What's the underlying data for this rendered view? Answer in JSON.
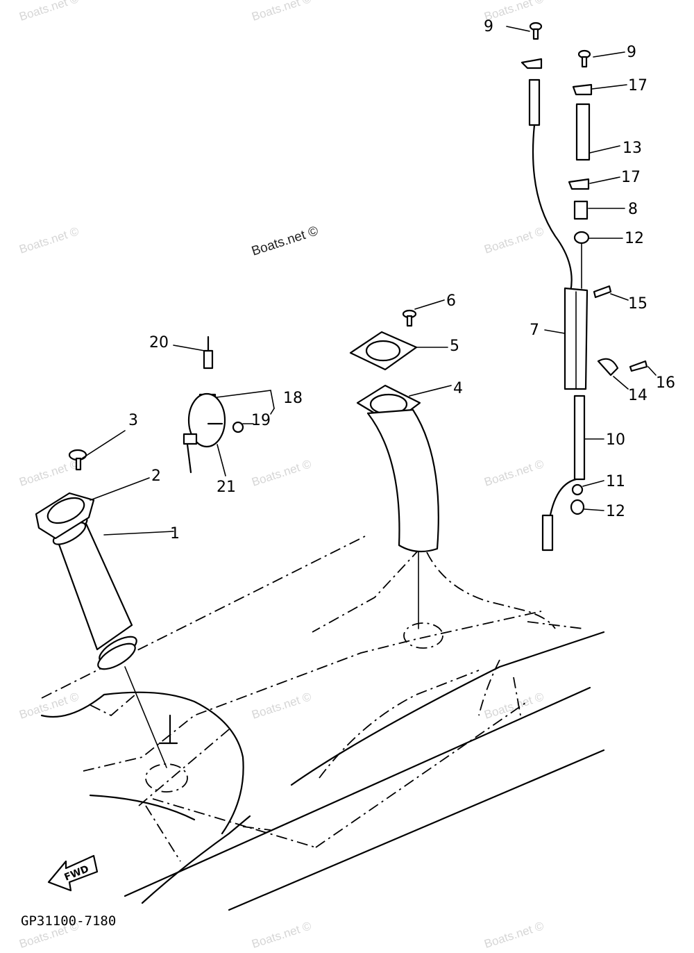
{
  "watermark": "Boats.net ©",
  "center_watermark": "Boats.net ©",
  "diagram_code": "GP31100-7180",
  "fwd_label": "FWD",
  "callouts": {
    "c1": "1",
    "c2": "2",
    "c3": "3",
    "c4": "4",
    "c5": "5",
    "c6": "6",
    "c7": "7",
    "c8": "8",
    "c9a": "9",
    "c9b": "9",
    "c10": "10",
    "c11": "11",
    "c12a": "12",
    "c12b": "12",
    "c13": "13",
    "c14": "14",
    "c15": "15",
    "c16": "16",
    "c17a": "17",
    "c17b": "17",
    "c18": "18",
    "c19": "19",
    "c20": "20",
    "c21": "21"
  }
}
